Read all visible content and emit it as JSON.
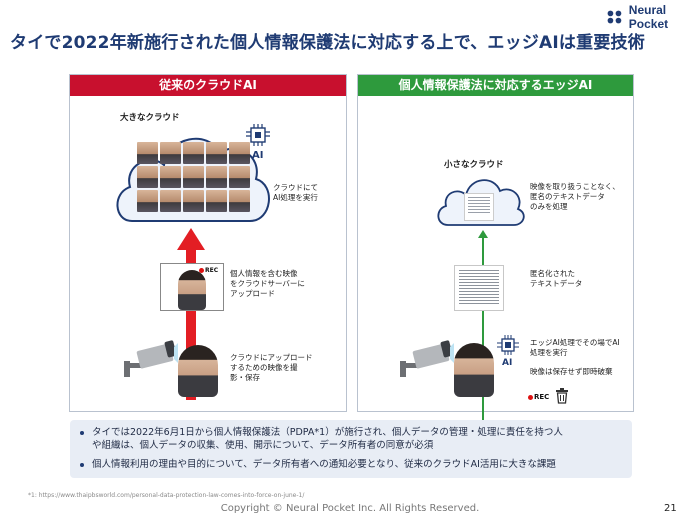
{
  "header": {
    "title": "タイで2022年新施行された個人情報保護法に対応する上で、エッジAIは重要技術",
    "brand": "Neural Pocket"
  },
  "left_panel": {
    "heading": "従来のクラウドAI",
    "cloud_label": "大きなクラウド",
    "ai_label": "AI",
    "cloud_caption": [
      "クラウドにて",
      "AI処理を実行"
    ],
    "upload_caption": [
      "個人情報を含む映像",
      "をクラウドサーバーに",
      "アップロード"
    ],
    "camera_caption": [
      "クラウドにアップロード",
      "するための映像を撮",
      "影・保存"
    ],
    "rec_label": "REC",
    "accent_color": "#c8102e"
  },
  "right_panel": {
    "heading": "個人情報保護法に対応するエッジAI",
    "cloud_label": "小さなクラウド",
    "cloud_caption": [
      "映像を取り扱うことなく、",
      "匿名のテキストデータ",
      "のみを処理"
    ],
    "text_caption": [
      "匿名化された",
      "テキストデータ"
    ],
    "edge_caption": [
      "エッジAI処理でその場でAI",
      "処理を実行"
    ],
    "discard_caption": "映像は保存せず即時破棄",
    "ai_label": "AI",
    "rec_label": "REC",
    "accent_color": "#2e9a3d"
  },
  "bullets": [
    "タイでは2022年6月1日から個人情報保護法（PDPA*1）が施行され、個人データの管理・処理に責任を持つ人",
    "や組織は、個人データの収集、使用、開示について、データ所有者の同意が必須",
    "個人情報利用の理由や目的について、データ所有者への通知必要となり、従来のクラウドAI活用に大きな課題"
  ],
  "footnote": "*1: https://www.thaipbsworld.com/personal-data-protection-law-comes-into-force-on-june-1/",
  "copyright": "Copyright © Neural Pocket Inc. All Rights Reserved.",
  "page_number": "21"
}
